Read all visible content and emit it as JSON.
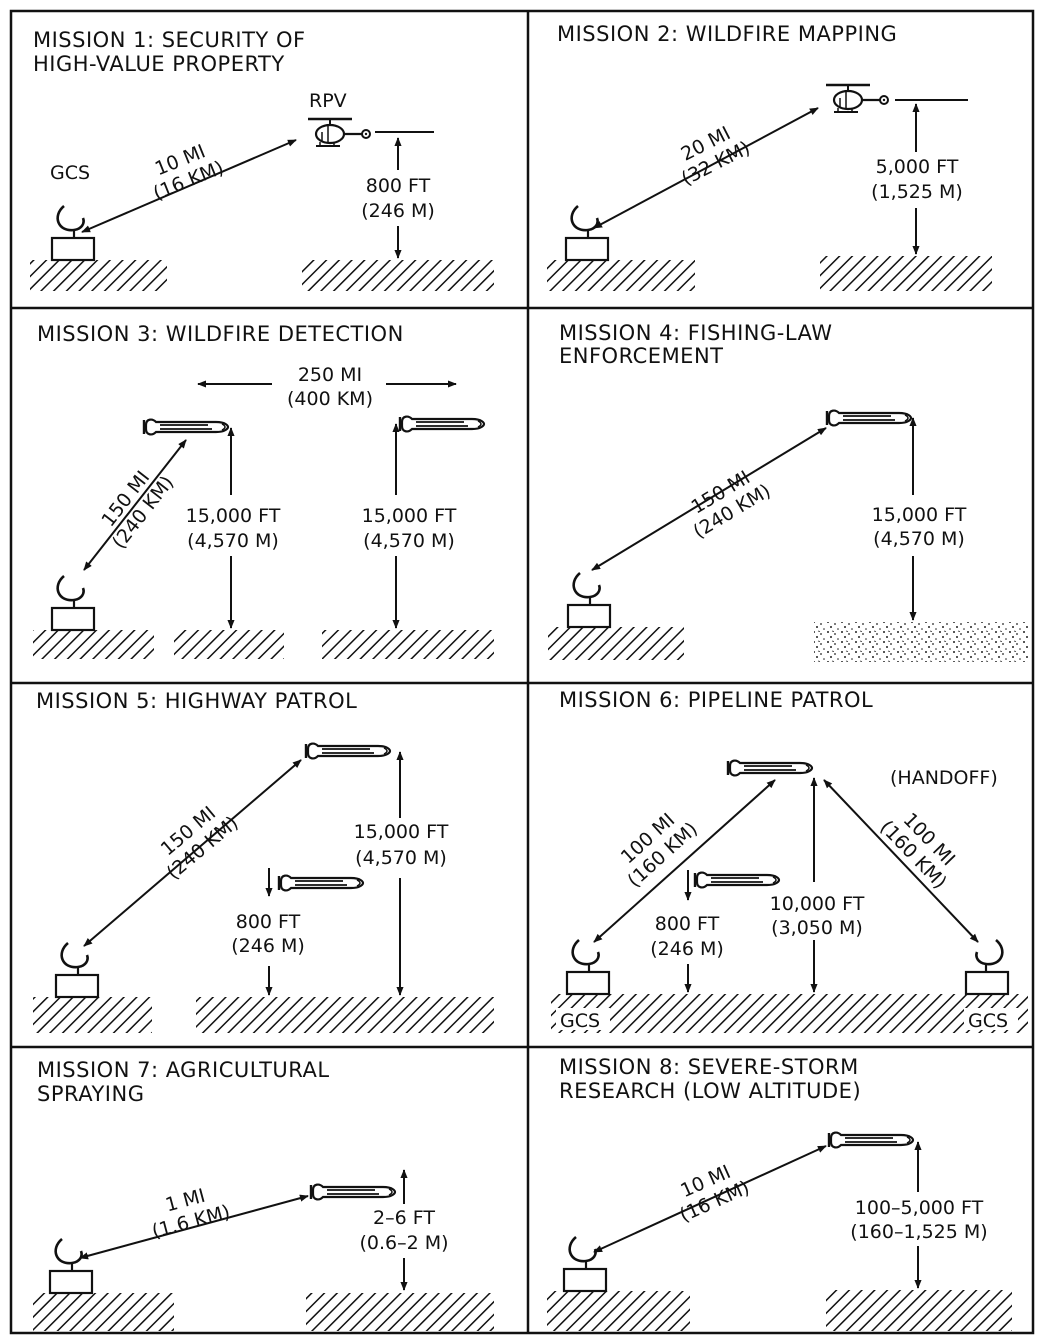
{
  "panels": [
    {
      "title": [
        "MISSION 1:  SECURITY OF",
        "HIGH-VALUE PROPERTY"
      ],
      "labels": {
        "rpv": "RPV",
        "gcs": "GCS",
        "distance": [
          "10 MI",
          "(16 KM)"
        ],
        "altitude": [
          "800 FT",
          "(246 M)"
        ]
      }
    },
    {
      "title": [
        "MISSION 2:  WILDFIRE MAPPING"
      ],
      "labels": {
        "distance": [
          "20 MI",
          "(32 KM)"
        ],
        "altitude": [
          "5,000 FT",
          "(1,525 M)"
        ]
      }
    },
    {
      "title": [
        "MISSION 3:  WILDFIRE DETECTION"
      ],
      "labels": {
        "span": [
          "250 MI",
          "(400 KM)"
        ],
        "distance": [
          "150 MI",
          "(240 KM)"
        ],
        "altitude_1": [
          "15,000 FT",
          "(4,570 M)"
        ],
        "altitude_2": [
          "15,000 FT",
          "(4,570 M)"
        ]
      }
    },
    {
      "title": [
        "MISSION 4:  FISHING-LAW",
        "ENFORCEMENT"
      ],
      "labels": {
        "distance": [
          "150 MI",
          "(240 KM)"
        ],
        "altitude": [
          "15,000 FT",
          "(4,570 M)"
        ]
      }
    },
    {
      "title": [
        "MISSION 5:  HIGHWAY PATROL"
      ],
      "labels": {
        "distance": [
          "150 MI",
          "(240 KM)"
        ],
        "altitude_high": [
          "15,000 FT",
          "(4,570 M)"
        ],
        "altitude_low": [
          "800 FT",
          "(246 M)"
        ]
      }
    },
    {
      "title": [
        "MISSION 6:  PIPELINE PATROL"
      ],
      "labels": {
        "handoff": "(HANDOFF)",
        "distance_left": [
          "100 MI",
          "(160 KM)"
        ],
        "distance_right": [
          "100 MI",
          "(160 KM)"
        ],
        "altitude_low": [
          "800 FT",
          "(246 M)"
        ],
        "altitude_high": [
          "10,000 FT",
          "(3,050 M)"
        ],
        "gcs_left": "GCS",
        "gcs_right": "GCS"
      }
    },
    {
      "title": [
        "MISSION 7:  AGRICULTURAL",
        "SPRAYING"
      ],
      "labels": {
        "distance": [
          "1 MI",
          "(1.6 KM)"
        ],
        "altitude": [
          "2–6 FT",
          "(0.6–2 M)"
        ]
      }
    },
    {
      "title": [
        "MISSION 8:  SEVERE-STORM",
        "RESEARCH (LOW ALTITUDE)"
      ],
      "labels": {
        "distance": [
          "10 MI",
          "(16 KM)"
        ],
        "altitude": [
          "100–5,000 FT",
          "(160–1,525 M)"
        ]
      }
    }
  ]
}
